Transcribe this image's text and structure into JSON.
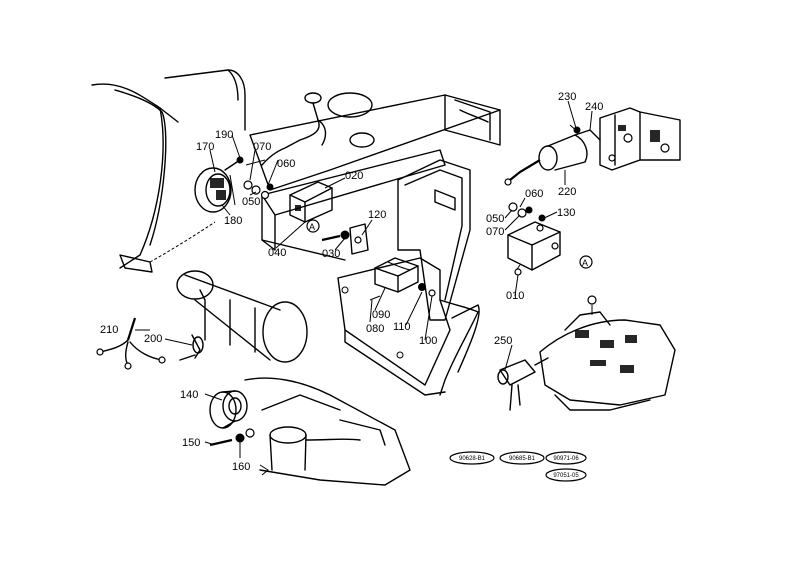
{
  "callouts": [
    {
      "id": "c190",
      "text": "190"
    },
    {
      "id": "c170",
      "text": "170"
    },
    {
      "id": "c070a",
      "text": "070"
    },
    {
      "id": "c060a",
      "text": "060"
    },
    {
      "id": "c050a",
      "text": "050"
    },
    {
      "id": "c180",
      "text": "180"
    },
    {
      "id": "c020",
      "text": "020"
    },
    {
      "id": "c040",
      "text": "040"
    },
    {
      "id": "c030",
      "text": "030"
    },
    {
      "id": "c120",
      "text": "120"
    },
    {
      "id": "c090",
      "text": "090"
    },
    {
      "id": "c080",
      "text": "080"
    },
    {
      "id": "c110",
      "text": "110"
    },
    {
      "id": "c100",
      "text": "100"
    },
    {
      "id": "c230",
      "text": "230"
    },
    {
      "id": "c240",
      "text": "240"
    },
    {
      "id": "c220",
      "text": "220"
    },
    {
      "id": "c060b",
      "text": "060"
    },
    {
      "id": "c050b",
      "text": "050"
    },
    {
      "id": "c070b",
      "text": "070"
    },
    {
      "id": "c130",
      "text": "130"
    },
    {
      "id": "c010",
      "text": "010"
    },
    {
      "id": "c210",
      "text": "210"
    },
    {
      "id": "c200",
      "text": "200"
    },
    {
      "id": "c250",
      "text": "250"
    },
    {
      "id": "c140",
      "text": "140"
    },
    {
      "id": "c150",
      "text": "150"
    },
    {
      "id": "c160",
      "text": "160"
    }
  ],
  "ref_marks": [
    {
      "id": "refA1",
      "text": "A"
    },
    {
      "id": "refA2",
      "text": "A"
    }
  ],
  "part_codes": [
    {
      "id": "code1",
      "text": "90628-B1"
    },
    {
      "id": "code2",
      "text": "90685-B1"
    },
    {
      "id": "code3",
      "text": "90971-06"
    },
    {
      "id": "code4",
      "text": "97051-05"
    }
  ]
}
